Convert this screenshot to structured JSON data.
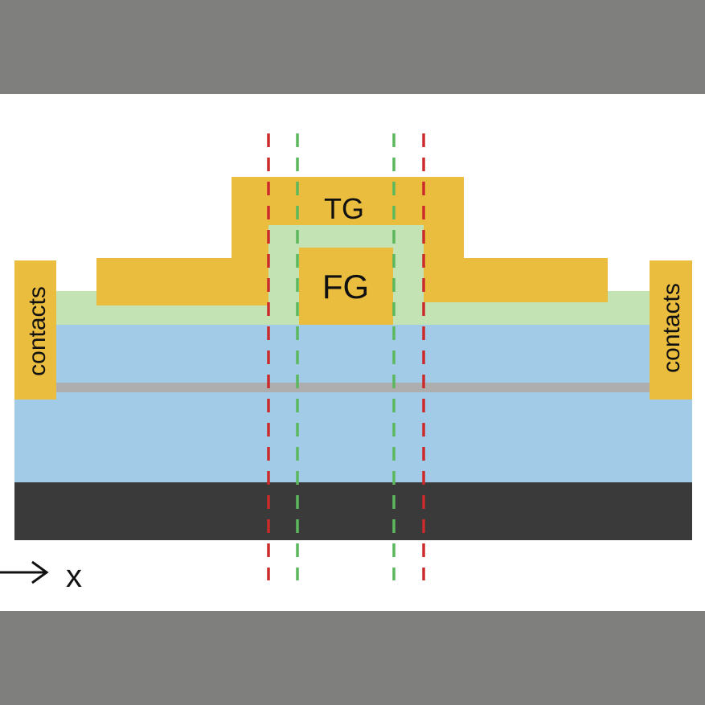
{
  "labels": {
    "top_gate": "TG",
    "floating_gate": "FG",
    "contacts_left": "contacts",
    "contacts_right": "contacts",
    "axis": "x"
  },
  "colors": {
    "frame": "#7f7f7e",
    "background": "#ffffff",
    "gate": "#ebbd3e",
    "dielectric": "#c4e3b4",
    "layer": "#a2cbe8",
    "channel": "#aeaeae",
    "substrate": "#3a3a3a",
    "outer_guide": "#cc2b2b",
    "inner_guide": "#5cb85c",
    "text": "#111111"
  }
}
